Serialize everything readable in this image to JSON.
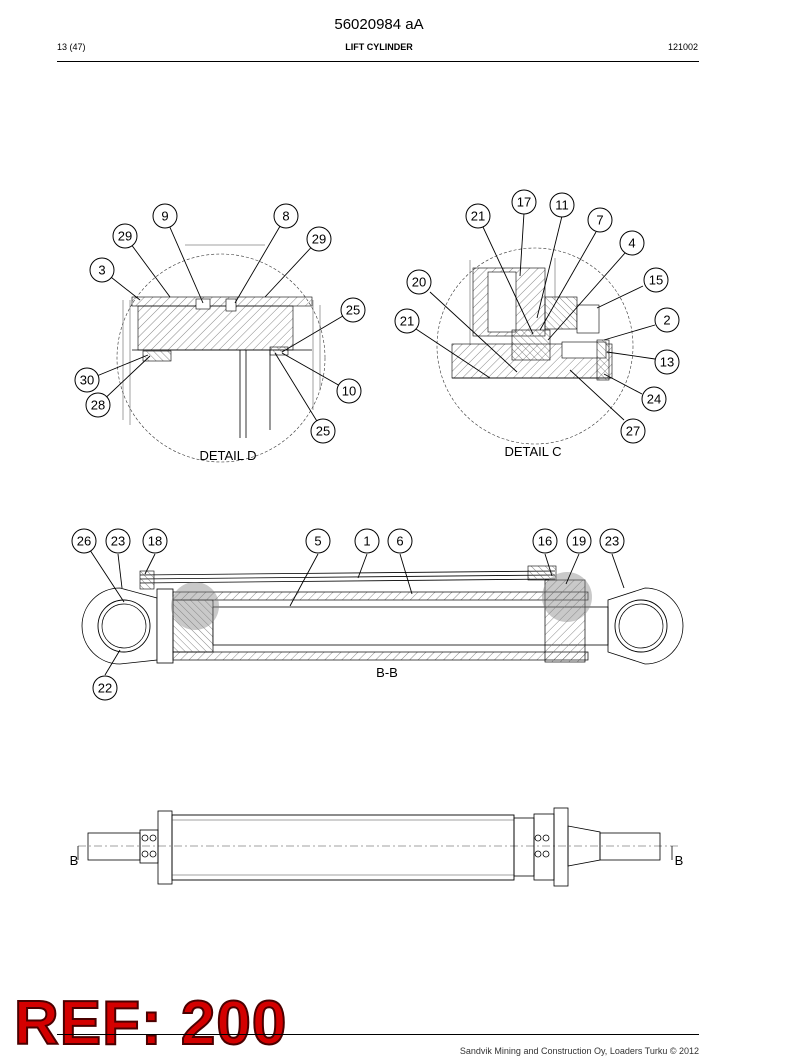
{
  "header": {
    "doc_number": "56020984 aA",
    "page": "13 (47)",
    "title": "LIFT CYLINDER",
    "code": "121002"
  },
  "details": {
    "detail_d": "DETAIL D",
    "detail_c": "DETAIL C",
    "section": "B-B",
    "section_mark": "B"
  },
  "callouts_d": [
    "9",
    "8",
    "29",
    "29",
    "3",
    "25",
    "30",
    "28",
    "10",
    "25"
  ],
  "callouts_c": [
    "17",
    "11",
    "21",
    "7",
    "4",
    "20",
    "15",
    "21",
    "2",
    "13",
    "24",
    "27"
  ],
  "callouts_bb": [
    "26",
    "23",
    "18",
    "5",
    "1",
    "6",
    "16",
    "19",
    "23",
    "22"
  ],
  "stamp": "REF: 200",
  "footer": "Sandvik Mining and Construction Oy, Loaders Turku © 2012"
}
